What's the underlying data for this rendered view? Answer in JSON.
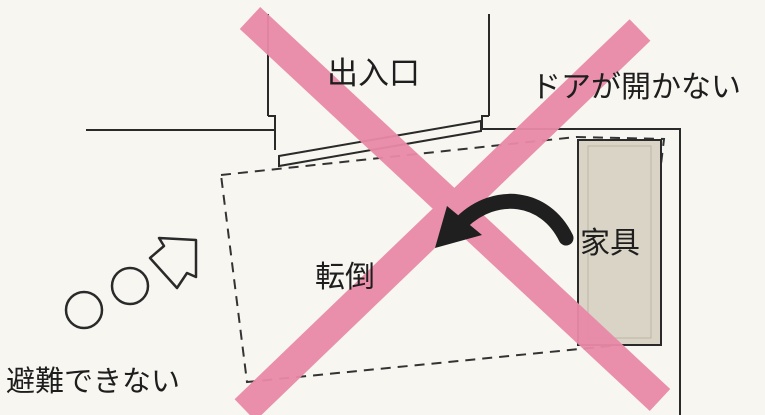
{
  "labels": {
    "entrance": "出入口",
    "door": "ドアが開かない",
    "furniture": "家具",
    "fallen": "転倒",
    "evacuation": "避難できない"
  },
  "colors": {
    "background": "#f7f6f1",
    "cross": "#e98aa8",
    "line": "#2a2a2a",
    "furniture_fill": "#d9d4c6",
    "arrow": "#1f1f1f"
  },
  "icons": {
    "cross": "x-mark-icon",
    "arrow": "curved-arrow-icon",
    "people": "people-circles-icon",
    "movement": "direction-arrow-icon"
  }
}
